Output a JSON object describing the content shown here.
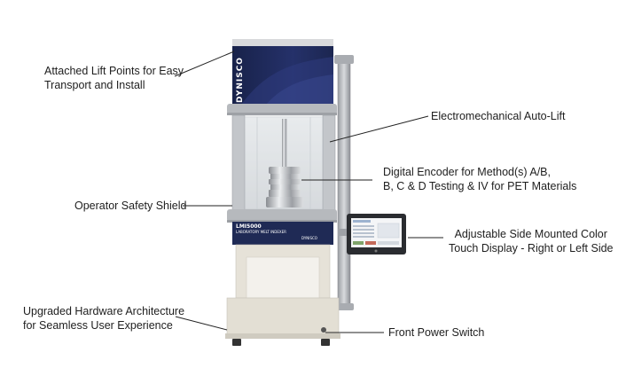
{
  "callouts": {
    "lift_points": {
      "line1": "Attached Lift Points for Easy",
      "line2": "Transport and Install"
    },
    "auto_lift": {
      "line1": "Electromechanical Auto-Lift"
    },
    "encoder": {
      "line1": "Digital Encoder for Method(s) A/B,",
      "line2": "B, C & D Testing & IV for PET Materials"
    },
    "safety_shield": {
      "line1": "Operator Safety Shield"
    },
    "display": {
      "line1": "Adjustable Side Mounted Color",
      "line2": "Touch Display - Right or Left Side"
    },
    "hardware": {
      "line1": "Upgraded Hardware Architecture",
      "line2": "for Seamless User Experience"
    },
    "power_switch": {
      "line1": "Front Power Switch"
    }
  },
  "machine": {
    "brand": "DYNISCO",
    "model": "LMI5000",
    "model_caption": "LABORATORY MELT INDEXER",
    "badge": "DYNISCO"
  },
  "colors": {
    "navy": "#1f2a55",
    "frame_gray": "#b9bcc0",
    "cabinet": "#e4e0d6",
    "chrome": "#a8abb0",
    "line": "#222222"
  }
}
